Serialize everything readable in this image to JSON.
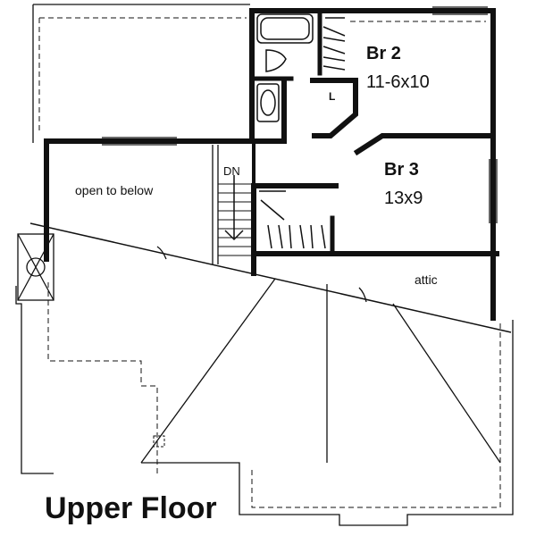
{
  "plan": {
    "title": "Upper Floor",
    "rooms": {
      "br2": {
        "name": "Br 2",
        "size": "11-6x10"
      },
      "br3": {
        "name": "Br 3",
        "size": "13x9"
      },
      "open_below": {
        "name": "open to below"
      },
      "attic": {
        "name": "attic"
      },
      "stair": {
        "direction": "DN"
      },
      "linen": {
        "name": "L"
      }
    },
    "colors": {
      "ink": "#111111",
      "paper": "#ffffff"
    }
  }
}
